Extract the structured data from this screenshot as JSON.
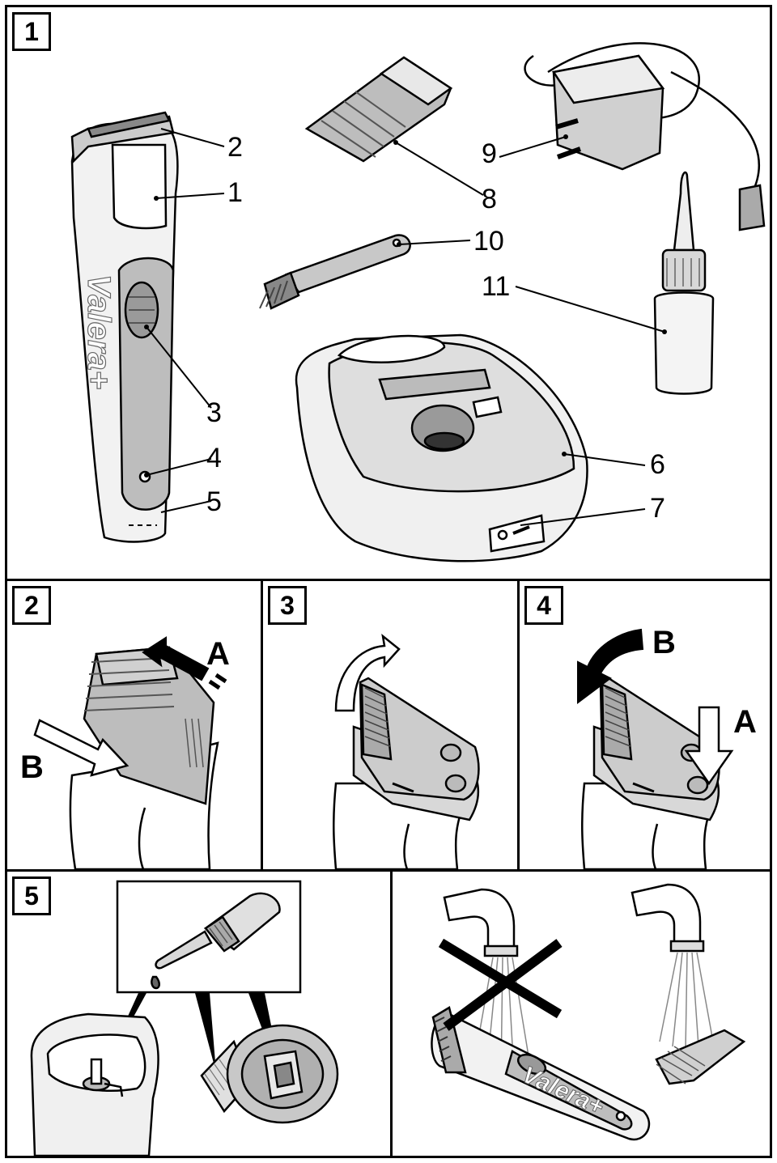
{
  "figure": {
    "panel_numbers": [
      "1",
      "2",
      "3",
      "4",
      "5"
    ],
    "panel1": {
      "callouts": [
        "1",
        "2",
        "3",
        "4",
        "5",
        "6",
        "7",
        "8",
        "9",
        "10",
        "11"
      ],
      "brand_text": "Valera+"
    },
    "panel2": {
      "arrow_labels": [
        "A",
        "B"
      ]
    },
    "panel4": {
      "arrow_labels": [
        "B",
        "A"
      ]
    },
    "panel6": {
      "brand_text": "Valera+"
    }
  }
}
